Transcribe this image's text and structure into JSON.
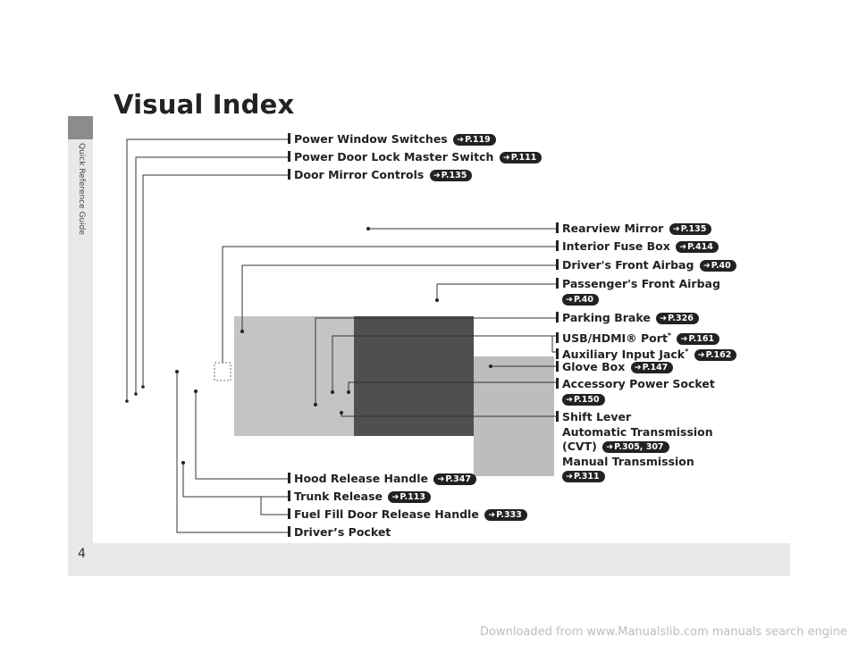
{
  "title": "Visual Index",
  "side_label": "Quick Reference Guide",
  "page_number": "4",
  "footer_url": "Downloaded from www.Manualslib.com manuals search engine",
  "ref_arrow": "➜",
  "callouts": {
    "power_window": {
      "label": "Power Window Switches",
      "ref": "P.119"
    },
    "door_lock": {
      "label": "Power Door Lock Master Switch",
      "ref": "P.111"
    },
    "mirror_controls": {
      "label": "Door Mirror Controls",
      "ref": "P.135"
    },
    "rearview": {
      "label": "Rearview Mirror",
      "ref": "P.135"
    },
    "fuse_box": {
      "label": "Interior Fuse Box",
      "ref": "P.414"
    },
    "driver_airbag": {
      "label": "Driver's Front Airbag",
      "ref": "P.40"
    },
    "passenger_airbag": {
      "label": "Passenger's Front Airbag",
      "ref": "P.40"
    },
    "parking_brake": {
      "label": "Parking Brake",
      "ref": "P.326"
    },
    "usb": {
      "label": "USB/HDMI® Port",
      "star": "*",
      "ref": "P.161"
    },
    "aux": {
      "label": "Auxiliary Input Jack",
      "star": "*",
      "ref": "P.162"
    },
    "glove_box": {
      "label": "Glove Box",
      "ref": "P.147"
    },
    "power_socket": {
      "label": "Accessory Power Socket",
      "ref": "P.150"
    },
    "shift_lever": {
      "label": "Shift Lever",
      "line2": "Automatic Transmission",
      "line3": "(CVT)",
      "ref": "P.305, 307",
      "line4": "Manual Transmission",
      "ref2": "P.311"
    },
    "hood": {
      "label": "Hood Release Handle",
      "ref": "P.347"
    },
    "trunk": {
      "label": "Trunk Release",
      "ref": "P.113"
    },
    "fuel": {
      "label": "Fuel Fill Door Release Handle",
      "ref": "P.333"
    },
    "pocket": {
      "label": "Driver’s Pocket"
    }
  }
}
